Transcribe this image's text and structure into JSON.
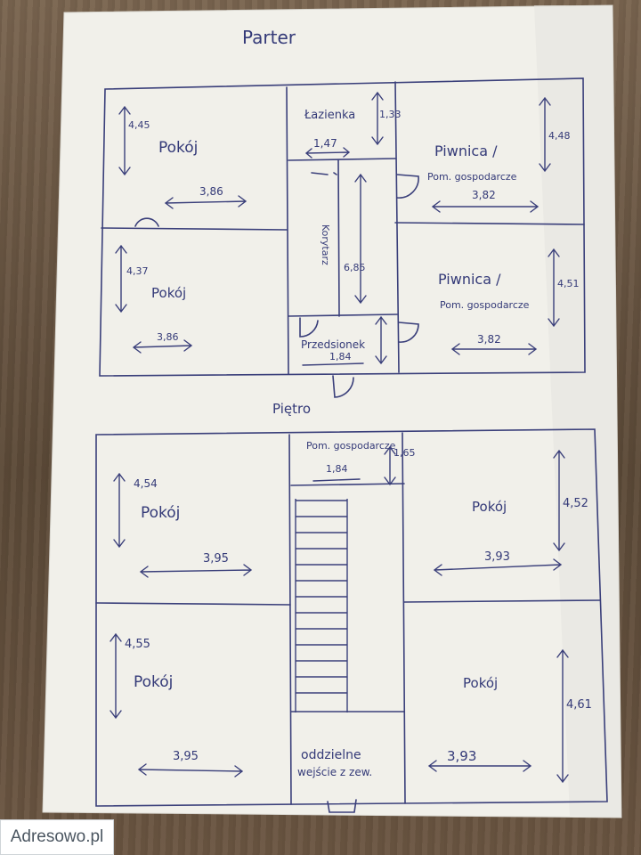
{
  "floors": {
    "ground": {
      "title": "Parter",
      "rooms": {
        "pokoj_tl": {
          "name": "Pokój",
          "height": "4,45",
          "width": "3,86"
        },
        "lazienka": {
          "name": "Łazienka",
          "height": "1,33",
          "width": "1,47"
        },
        "piwnica_tr": {
          "name_line1": "Piwnica /",
          "name_line2": "Pom. gospodarcze",
          "height": "4,48",
          "width": "3,82"
        },
        "korytarz": {
          "name": "Korytarz",
          "length": "6,85"
        },
        "pokoj_bl": {
          "name": "Pokój",
          "height": "4,37",
          "width": "3,86"
        },
        "piwnica_br": {
          "name_line1": "Piwnica /",
          "name_line2": "Pom. gospodarcze",
          "height": "4,51",
          "width": "3,82"
        },
        "przedsionek": {
          "name": "Przedsionek",
          "width": "1,84"
        }
      }
    },
    "upper": {
      "title": "Piętro",
      "rooms": {
        "pom_gosp": {
          "name": "Pom. gospodarcze",
          "height": "1,65",
          "width": "1,84"
        },
        "pokoj_tl": {
          "name": "Pokój",
          "height": "4,54",
          "width": "3,95"
        },
        "pokoj_tr": {
          "name": "Pokój",
          "height": "4,52",
          "width": "3,93"
        },
        "pokoj_bl": {
          "name": "Pokój",
          "height": "4,55",
          "width": "3,95"
        },
        "pokoj_br": {
          "name": "Pokój",
          "height": "4,61",
          "width": "3,93"
        },
        "wejscie": {
          "line1": "oddzielne",
          "line2": "wejście z zew."
        }
      }
    }
  },
  "watermark": "Adresowo.pl"
}
